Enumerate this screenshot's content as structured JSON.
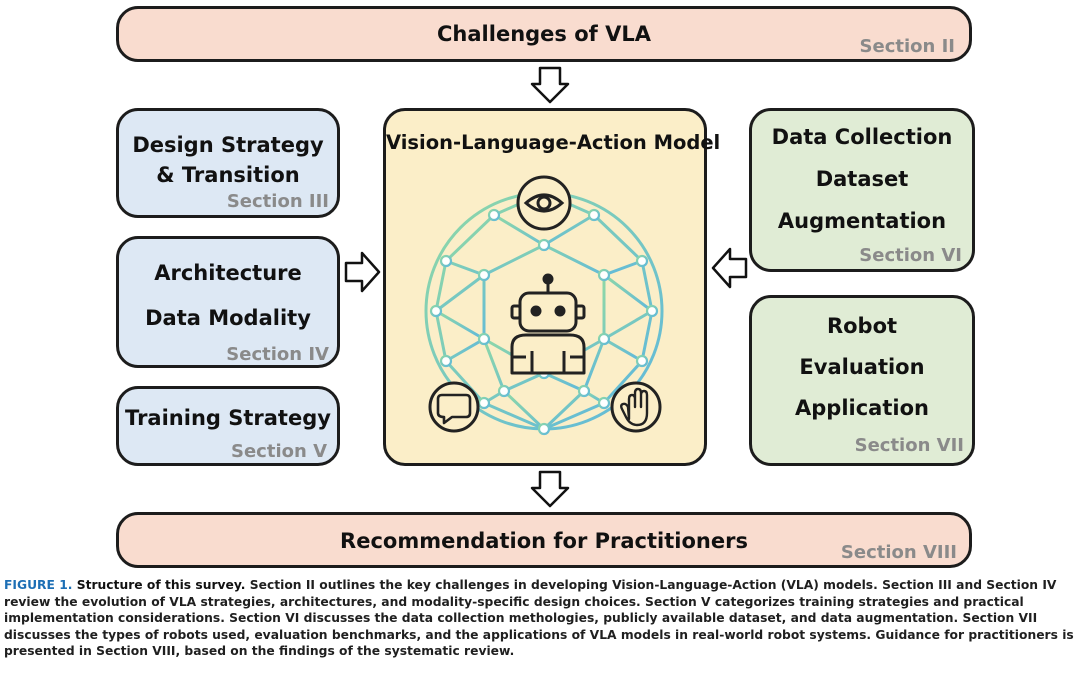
{
  "top": {
    "title": "Challenges of VLA",
    "section": "Section II"
  },
  "left": [
    {
      "lines": [
        "Design Strategy",
        "& Transition"
      ],
      "section": "Section III"
    },
    {
      "lines": [
        "Architecture",
        "Data Modality"
      ],
      "section": "Section IV"
    },
    {
      "lines": [
        "Training Strategy"
      ],
      "section": "Section V"
    }
  ],
  "center": {
    "title": "Vision-Language-Action Model",
    "icons": [
      "eye-icon",
      "robot-icon",
      "chat-icon",
      "hand-icon"
    ],
    "colors": {
      "network_start": "#8fd8a6",
      "network_end": "#5fb8dc",
      "node_fill": "#ffffff"
    }
  },
  "right": [
    {
      "lines": [
        "Data Collection",
        "Dataset",
        "Augmentation"
      ],
      "section": "Section VI"
    },
    {
      "lines": [
        "Robot",
        "Evaluation",
        "Application"
      ],
      "section": "Section VII"
    }
  ],
  "bottom": {
    "title": "Recommendation for Practitioners",
    "section": "Section VIII"
  },
  "caption": {
    "figure_label": "FIGURE 1.",
    "lead": "Structure of this survey.",
    "text": "Section II outlines the key challenges in developing Vision-Language-Action (VLA) models. Section III and Section IV review the evolution of VLA strategies, architectures, and modality-specific design choices. Section V categorizes training strategies and practical implementation considerations. Section VI discusses the data collection methologies, publicly available dataset, and data augmentation. Section VII discusses the types of robots used, evaluation benchmarks, and the applications of VLA models in real-world robot systems. Guidance for practitioners is presented in Section VIII, based on the findings of the systematic review."
  }
}
